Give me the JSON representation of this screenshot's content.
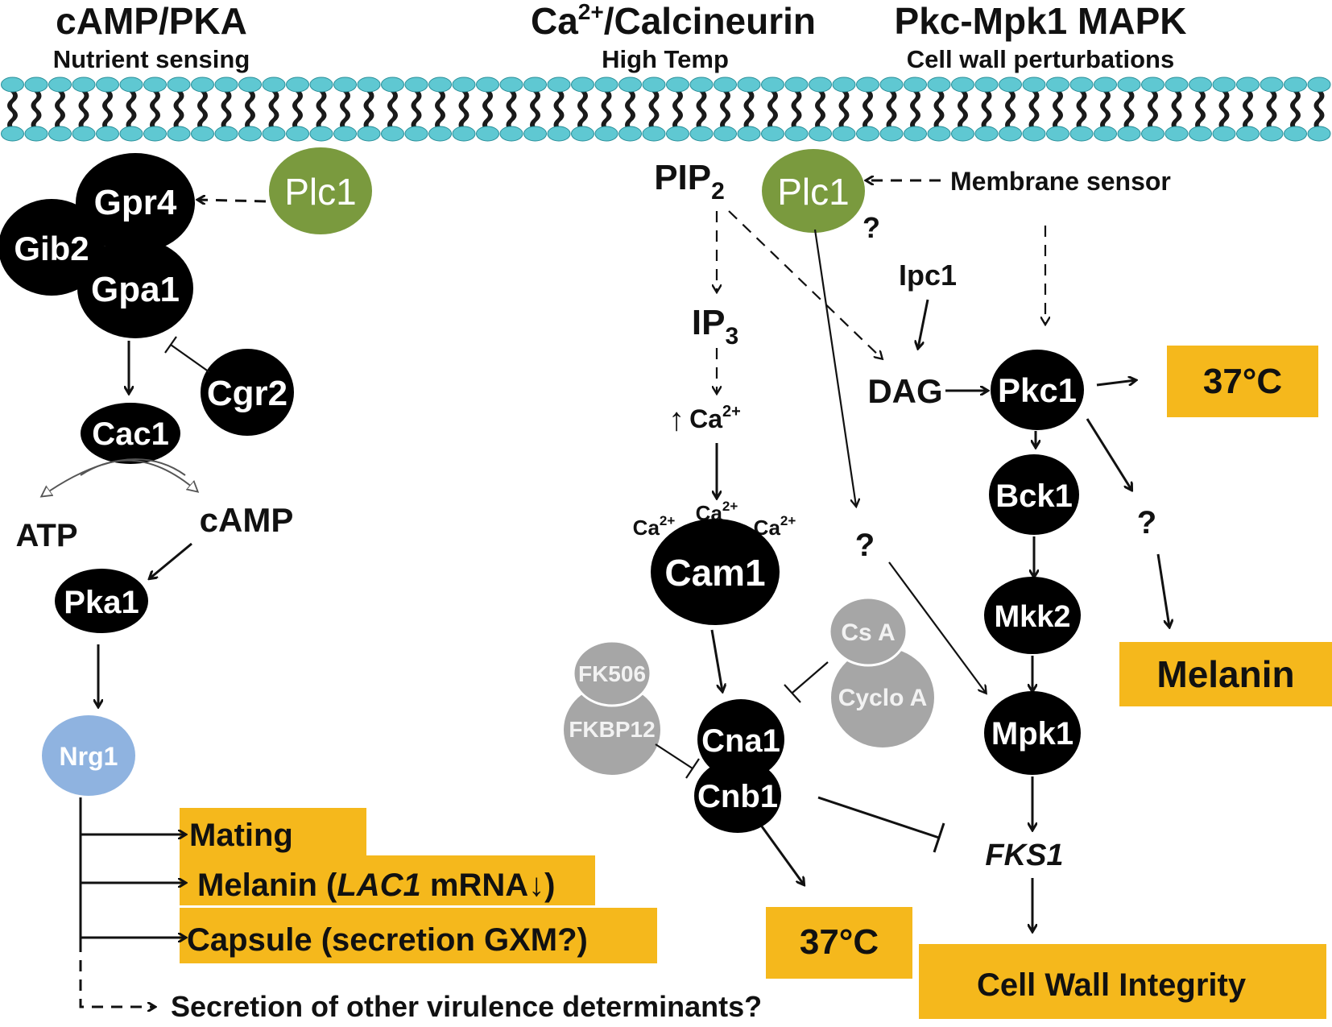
{
  "colors": {
    "membrane_head": "#5FC8D2",
    "membrane_tail": "#1a1a1a",
    "node": "#000000",
    "plc1": "#7A9A3E",
    "inhibitor": "#A6A6A6",
    "nrg1": "#8FB3E0",
    "output": "#F5B81C"
  },
  "headers": {
    "camp_title": "cAMP/PKA",
    "camp_sub": "Nutrient sensing",
    "ca_title_pre": "Ca",
    "ca_title_sup": "2+",
    "ca_title_post": "/Calcineurin",
    "ca_sub": "High Temp",
    "pkc_title": "Pkc-Mpk1 MAPK",
    "pkc_sub": "Cell wall perturbations"
  },
  "nodes": {
    "gpr4": "Gpr4",
    "gib2": "Gib2",
    "gpa1": "Gpa1",
    "plc1_left": "Plc1",
    "cgr2": "Cgr2",
    "cac1": "Cac1",
    "pka1": "Pka1",
    "nrg1": "Nrg1",
    "plc1_right": "Plc1",
    "cam1": "Cam1",
    "cna1": "Cna1",
    "cnb1": "Cnb1",
    "fk506": "FK506",
    "fkbp12": "FKBP12",
    "csa": "Cs A",
    "cycloa": "Cyclo A",
    "pkc1": "Pkc1",
    "bck1": "Bck1",
    "mkk2": "Mkk2",
    "mpk1": "Mpk1"
  },
  "labels": {
    "atp": "ATP",
    "camp": "cAMP",
    "pip2": "PIP",
    "pip2_sub": "2",
    "ip3": "IP",
    "ip3_sub": "3",
    "ca_up_arrow": "↑",
    "ca": "Ca",
    "ca_sup": "2+",
    "membrane_sensor": "Membrane sensor",
    "ipc1": "Ipc1",
    "dag": "DAG",
    "q1": "?",
    "q2": "?",
    "q3": "?",
    "fks1": "FKS1",
    "secretion": "Secretion of other virulence determinants?"
  },
  "outputs": {
    "mating": "Mating",
    "melanin_pre": "Melanin (",
    "melanin_italic": "LAC1",
    "melanin_post": " mRNA",
    "melanin_arrow": "↓",
    "melanin_close": ")",
    "capsule": "Capsule (secretion GXM?)",
    "temp_calcineurin": "37°C",
    "temp_pkc": "37°C",
    "melanin_right": "Melanin",
    "cell_wall": "Cell Wall Integrity"
  }
}
